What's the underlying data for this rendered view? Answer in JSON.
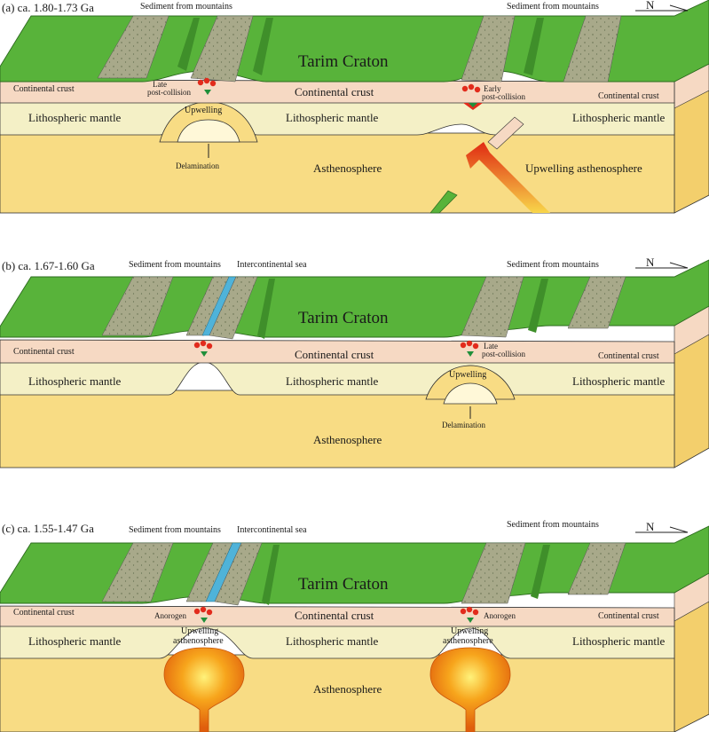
{
  "colors": {
    "surface_green": "#58b33a",
    "surface_green_dark": "#3f8f2a",
    "sediment": "#a8a98a",
    "crust": "#f6d9c3",
    "lith_mantle": "#f4f0c6",
    "asthenosphere": "#f8dc84",
    "asthenosphere_side": "#f3cf6c",
    "sea": "#4fb3d9",
    "magma_red": "#e22b1c",
    "plume_orange": "#f08a12"
  },
  "north_label": "N",
  "panels": [
    {
      "label": "(a) ca. 1.80-1.73 Ga",
      "craton": "Tarim Craton",
      "sediment_labels": [
        "Sediment from mountains",
        "Sediment from mountains"
      ],
      "crust_labels": [
        "Continental crust",
        "Continental crust",
        "Continental crust"
      ],
      "mantle_labels": [
        "Lithospheric mantle",
        "Lithospheric mantle",
        "Lithospheric mantle"
      ],
      "asthenosphere": "Asthenosphere",
      "upwelling_asthenosphere": "Upwelling asthenosphere",
      "upwelling": "Upwelling",
      "delamination": "Delamination",
      "late_post_collision": [
        "Late",
        "post-collision"
      ],
      "early_post_collision": [
        "Early",
        "post-collision"
      ]
    },
    {
      "label": "(b) ca. 1.67-1.60 Ga",
      "craton": "Tarim Craton",
      "sediment_labels": [
        "Sediment from mountains",
        "Sediment from mountains"
      ],
      "sea": "Intercontinental sea",
      "crust_labels": [
        "Continental crust",
        "Continental crust",
        "Continental crust"
      ],
      "mantle_labels": [
        "Lithospheric mantle",
        "Lithospheric mantle",
        "Lithospheric mantle"
      ],
      "asthenosphere": "Asthenosphere",
      "upwelling": "Upwelling",
      "delamination": "Delamination",
      "late_post_collision": [
        "Late",
        "post-collision"
      ]
    },
    {
      "label": "(c) ca. 1.55-1.47 Ga",
      "craton": "Tarim Craton",
      "sediment_labels": [
        "Sediment from mountains",
        "Sediment from mountains"
      ],
      "sea": "Intercontinental sea",
      "crust_labels": [
        "Continental crust",
        "Continental crust",
        "Continental crust"
      ],
      "mantle_labels": [
        "Lithospheric mantle",
        "Lithospheric mantle",
        "Lithospheric mantle"
      ],
      "asthenosphere": "Asthenosphere",
      "upwelling_asthenosphere": [
        "Upwelling",
        "asthenosphere"
      ],
      "anorogen": [
        "Anorogen",
        "Anorogen"
      ]
    }
  ]
}
